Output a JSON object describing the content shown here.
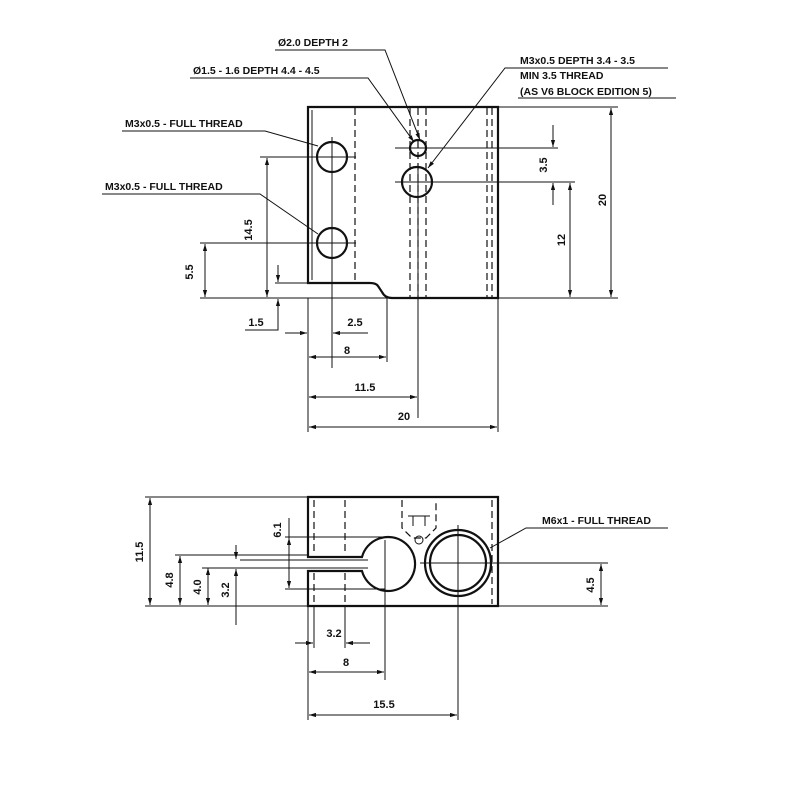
{
  "top_view": {
    "callouts": {
      "hole_2_0": "Ø2.0 DEPTH 2",
      "hole_1_5": "Ø1.5 - 1.6 DEPTH 4.4 - 4.5",
      "m3_depth_line1": "M3x0.5 DEPTH 3.4 - 3.5",
      "m3_depth_line2": "MIN 3.5 THREAD",
      "m3_depth_line3": "(AS V6 BLOCK EDITION 5)",
      "m3_full_upper": "M3x0.5 - FULL THREAD",
      "m3_full_lower": "M3x0.5 - FULL THREAD"
    },
    "dimensions": {
      "height_total": "20",
      "height_12": "12",
      "offset_3_5": "3.5",
      "hole_spacing": "14.5",
      "hole_bottom": "5.5",
      "step": "1.5",
      "hole_x": "2.5",
      "step_x": "8",
      "hole_center_x": "11.5",
      "width_total": "20"
    }
  },
  "bottom_view": {
    "callouts": {
      "m6": "M6x1 - FULL THREAD"
    },
    "dimensions": {
      "height_total": "11.5",
      "slot_4_8": "4.8",
      "slot_4_0": "4.0",
      "slot_3_2": "3.2",
      "bore_6_1": "6.1",
      "m6_height": "4.5",
      "offset_3_2": "3.2",
      "bore_x": "8",
      "m6_x": "15.5"
    }
  }
}
